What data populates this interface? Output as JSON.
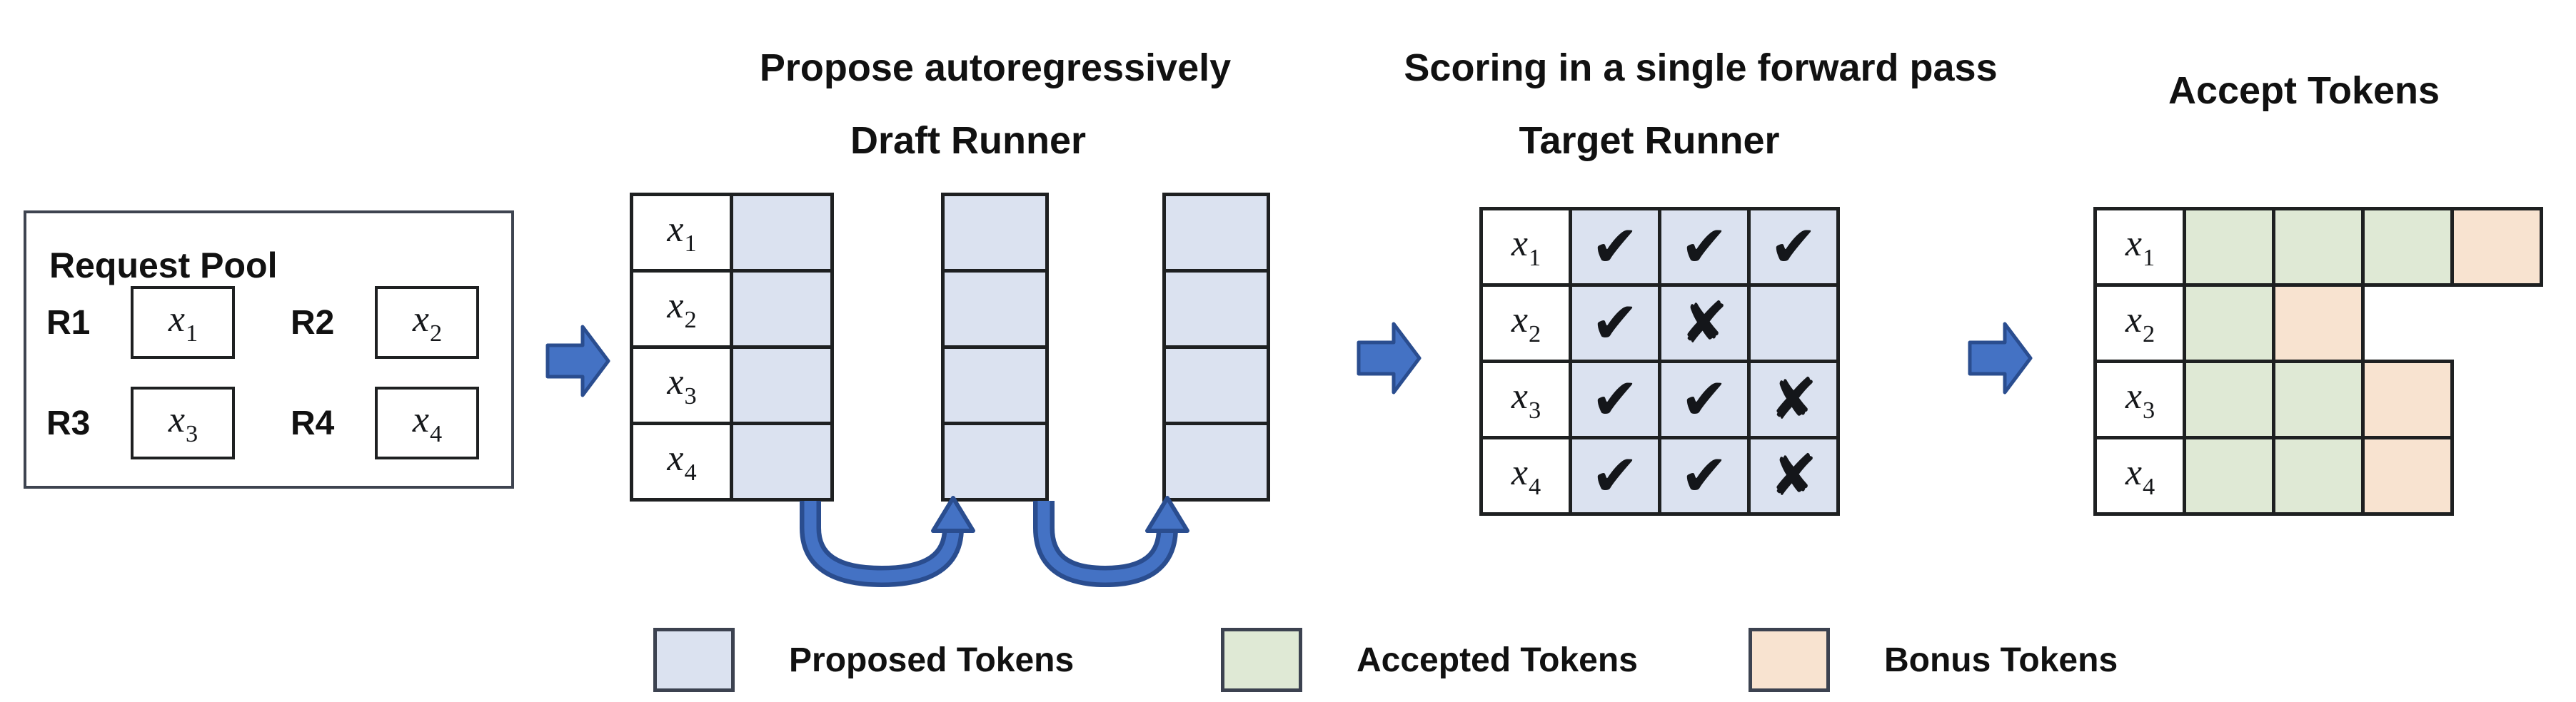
{
  "titles": {
    "draft_step": "Propose autoregressively",
    "draft_runner": "Draft Runner",
    "target_step": "Scoring in a single forward pass",
    "target_runner": "Target Runner",
    "accept": "Accept Tokens"
  },
  "request_pool": {
    "title": "Request Pool",
    "requests": [
      {
        "id": "R1",
        "base": "x",
        "sub": "1"
      },
      {
        "id": "R2",
        "base": "x",
        "sub": "2"
      },
      {
        "id": "R3",
        "base": "x",
        "sub": "3"
      },
      {
        "id": "R4",
        "base": "x",
        "sub": "4"
      }
    ]
  },
  "row_labels": [
    {
      "base": "x",
      "sub": "1"
    },
    {
      "base": "x",
      "sub": "2"
    },
    {
      "base": "x",
      "sub": "3"
    },
    {
      "base": "x",
      "sub": "4"
    }
  ],
  "draft_grid": {
    "proposal_columns": 3,
    "rows": 4
  },
  "target_grid": {
    "scores": [
      [
        "check",
        "check",
        "check"
      ],
      [
        "check",
        "cross",
        "none"
      ],
      [
        "check",
        "check",
        "cross"
      ],
      [
        "check",
        "check",
        "cross"
      ]
    ]
  },
  "accept_grid": {
    "rows": [
      [
        "accepted",
        "accepted",
        "accepted",
        "bonus"
      ],
      [
        "accepted",
        "bonus"
      ],
      [
        "accepted",
        "accepted",
        "bonus"
      ],
      [
        "accepted",
        "accepted",
        "bonus"
      ]
    ]
  },
  "legend": [
    {
      "label": "Proposed Tokens",
      "color": "#dbe2f0"
    },
    {
      "label": "Accepted Tokens",
      "color": "#dfe9d5"
    },
    {
      "label": "Bonus Tokens",
      "color": "#f8e3d0"
    }
  ],
  "marks": {
    "check": "✔",
    "cross": "✘",
    "none": ""
  },
  "colors": {
    "proposed": "#dbe2f0",
    "accepted": "#dfe9d5",
    "bonus": "#f8e3d0",
    "grid_border": "#1e2021",
    "arrow_fill": "#4472c4",
    "arrow_outline": "#2a4d8f",
    "text": "#111111"
  }
}
